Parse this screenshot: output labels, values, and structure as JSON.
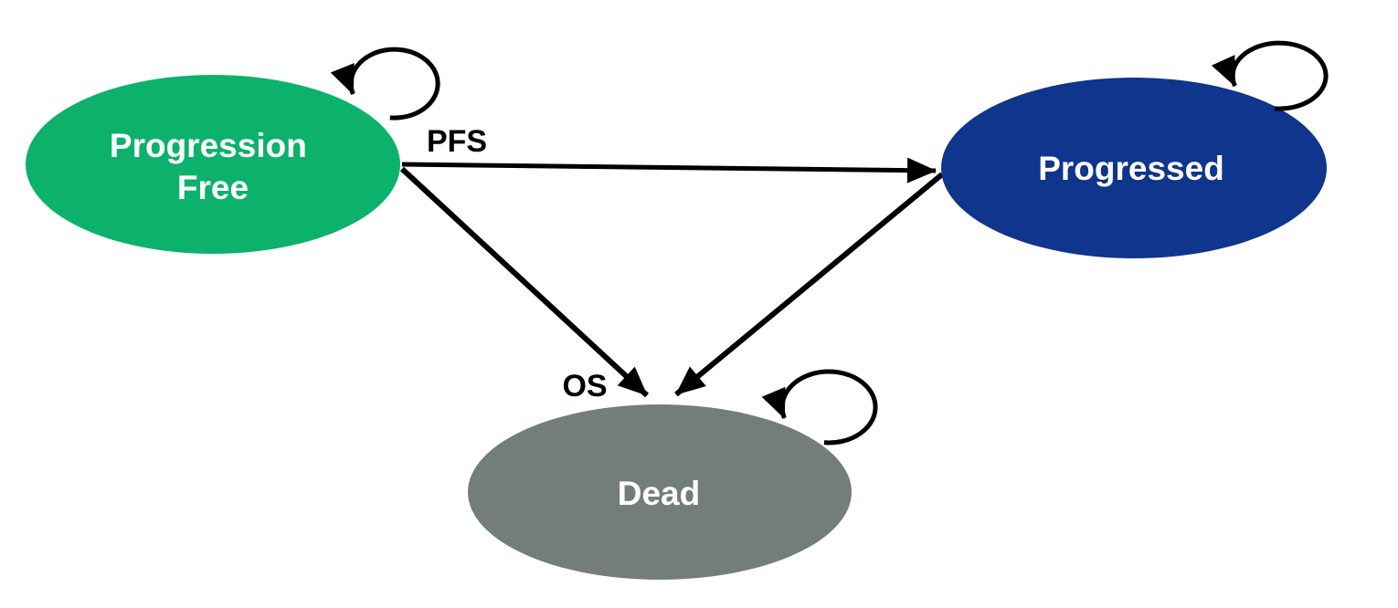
{
  "diagram": {
    "kind": "state-transition-diagram",
    "background_color": "#ffffff",
    "arrow_color": "#000000",
    "states": [
      {
        "id": "progression-free",
        "label": "Progression Free",
        "label_lines": [
          "Progression",
          "Free"
        ],
        "color": "#0CB26C",
        "text_color": "#ffffff",
        "has_self_loop": true
      },
      {
        "id": "progressed",
        "label": "Progressed",
        "label_lines": [
          "Progressed"
        ],
        "color": "#0F358C",
        "text_color": "#ffffff",
        "has_self_loop": true
      },
      {
        "id": "dead",
        "label": "Dead",
        "label_lines": [
          "Dead"
        ],
        "color": "#737E7C",
        "text_color": "#ffffff",
        "has_self_loop": true
      }
    ],
    "transitions": [
      {
        "from": "progression-free",
        "to": "progressed",
        "label": "PFS"
      },
      {
        "from": "progression-free",
        "to": "dead",
        "label": "OS"
      },
      {
        "from": "progressed",
        "to": "dead",
        "label": ""
      },
      {
        "from": "progression-free",
        "to": "progression-free",
        "label": "",
        "type": "self-loop"
      },
      {
        "from": "progressed",
        "to": "progressed",
        "label": "",
        "type": "self-loop"
      },
      {
        "from": "dead",
        "to": "dead",
        "label": "",
        "type": "self-loop"
      }
    ]
  }
}
